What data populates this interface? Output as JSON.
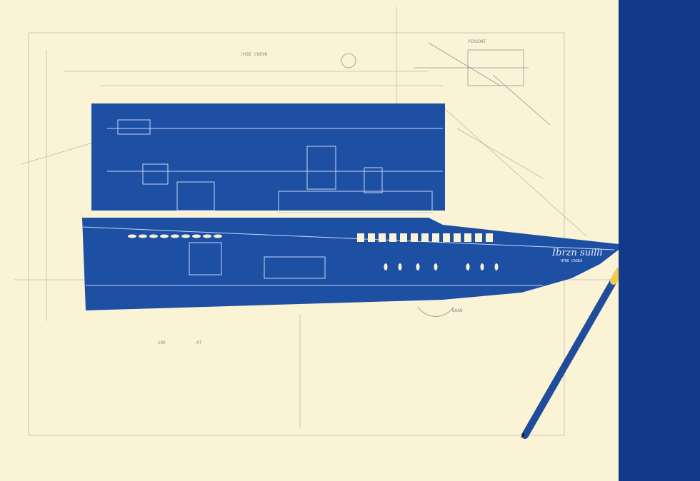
{
  "colors": {
    "paper": "#fbf3d6",
    "blueprint": "#1d4fa3",
    "panel": "#12398a",
    "line": "#9aa0a0",
    "pencil_tip": "#f2c94c"
  },
  "labels": {
    "top_label": "HYDE CHEVN",
    "right_label": "PERSONT",
    "ship_name": "Ibrzn suilli",
    "ship_subname": "HYDE CASEA",
    "measure_left": "100",
    "measure_mid": "AT",
    "measure_right": "BOAN"
  },
  "icons": {
    "pencil": "pencil-icon"
  }
}
